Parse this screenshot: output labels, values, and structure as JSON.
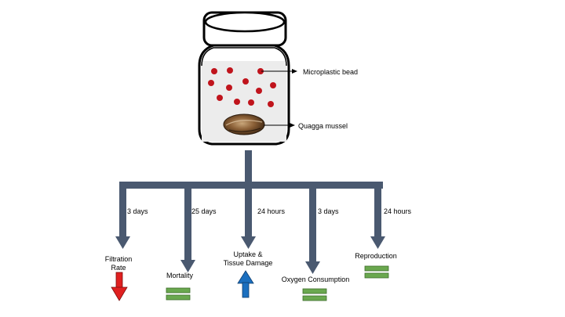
{
  "jar": {
    "bead_label": "Microplastic bead",
    "mussel_label": "Quagga mussel"
  },
  "branches": [
    {
      "duration": "3 days",
      "endpoint": "Filtration\nRate",
      "effect": "decrease"
    },
    {
      "duration": "25 days",
      "endpoint": "Mortality",
      "effect": "no-change"
    },
    {
      "duration": "24 hours",
      "endpoint": "Uptake &\nTissue Damage",
      "effect": "increase"
    },
    {
      "duration": "3 days",
      "endpoint": "Oxygen Consumption",
      "effect": "no-change"
    },
    {
      "duration": "24 hours",
      "endpoint": "Reproduction",
      "effect": "no-change"
    }
  ],
  "colors": {
    "connector": "#4a5970",
    "decrease": "#e02020",
    "increase": "#1b6fbf",
    "no_change": "#6aa84f",
    "bead": "#c0141c"
  },
  "icons": {
    "decrease": "red-down-arrow-icon",
    "increase": "blue-up-arrow-icon",
    "no_change": "green-equals-icon"
  }
}
